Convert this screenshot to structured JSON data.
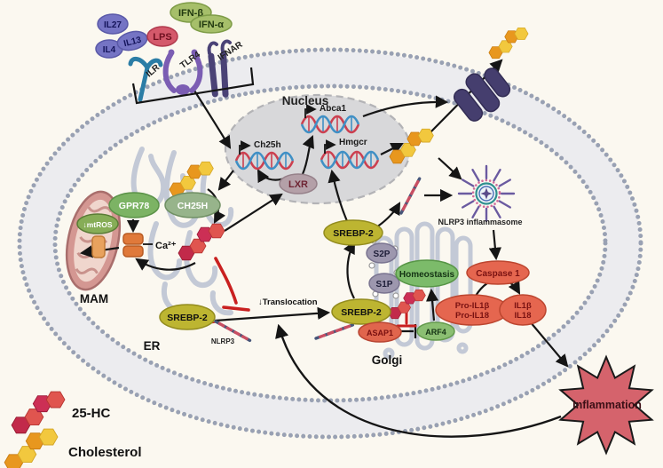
{
  "legend": {
    "hc25_label": "25-HC",
    "cholesterol_label": "Cholesterol"
  },
  "ligands": {
    "il27": "IL27",
    "il4": "IL4",
    "il13": "IL13",
    "lps": "LPS",
    "ifnb": "IFN-β",
    "ifna": "IFN-α"
  },
  "receptors": {
    "ilr": "ILR",
    "tlr4": "TLR4",
    "ifnar": "IFNAR"
  },
  "nucleus": {
    "title": "Nucleus",
    "ch25h": "Ch25h",
    "abca1": "Abca1",
    "hmgcr": "Hmgcr",
    "lxr": "LXR"
  },
  "er": {
    "label": "ER",
    "mam": "MAM",
    "mtros": "↓mtROS",
    "gpr78": "GPR78",
    "ch25h": "CH25H",
    "ca": "Ca²⁺",
    "srebp2": "SREBP-2",
    "nlrp3": "NLRP3"
  },
  "golgi": {
    "label": "Golgi",
    "srebp2": "SREBP-2",
    "srebp2_released": "SREBP-2",
    "s1p": "S1P",
    "s2p": "S2P",
    "asap1": "ASAP1",
    "arf4": "ARF4",
    "homeostasis": "Homeostasis",
    "translocation": "↓Translocation"
  },
  "inflammation": {
    "inflammasome": "NLRP3 inflammasome",
    "caspase1": "Caspase 1",
    "pro_il1b": "Pro-IL1β",
    "pro_il18": "Pro-IL18",
    "il1b": "IL1β",
    "il18": "IL18",
    "star": "Inflammation"
  },
  "colors": {
    "background": "#fbf8f0",
    "membrane_dots": "#99a1b3",
    "nucleus_fill": "#d8d8da",
    "green_oval": "#7cb364",
    "sage_oval": "#97b48b",
    "srebp2_oval": "#bdb531",
    "red_oval": "#e5664f",
    "lxr_oval": "#b4a0a8",
    "s1p_s2p_oval": "#9d97ae",
    "inflammation_star": "#d5636c",
    "cholesterol_hex": [
      "#e8971e",
      "#f2c83e"
    ],
    "hc25_hex": [
      "#c22a4a",
      "#e0554f"
    ],
    "inhibition_red": "#c92020"
  }
}
